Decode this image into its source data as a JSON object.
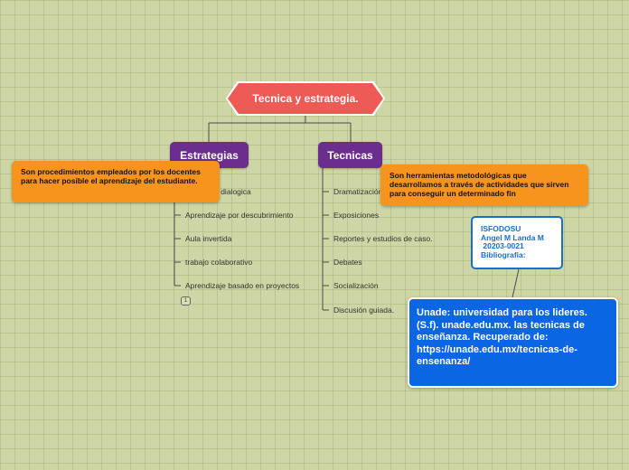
{
  "root": {
    "label": "Tecnica y estrategia."
  },
  "branches": {
    "estrategias": {
      "label": "Estrategias",
      "note": "Son procedimientos empleados por los docentes para hacer posible el aprendizaje del estudiante.",
      "items": [
        "Discusión dialogica",
        "Aprendizaje por descubrimiento",
        "Aula invertida",
        "trabajo colaborativo",
        "Aprendizaje basado en proyectos"
      ],
      "collapse_count": "1"
    },
    "tecnicas": {
      "label": "Tecnicas",
      "note": "Son herramientas metodológicas que desarrollamos a través de actividades que sirven para conseguir un determinado fin",
      "items": [
        "Dramatización",
        "Exposiciones",
        "Reportes y estudios de caso.",
        "Debates",
        "Socialización",
        "Discusión guiada."
      ]
    }
  },
  "isfodosu": {
    "text": "ISFODOSU\nAngel M Landa M\n 20203-0021\nBibliografia:"
  },
  "reference": {
    "text": "Unade: universidad para los lideres.\n(S.f). unade.edu.mx. las tecnicas de enseñanza. Recuperado de: https://unade.edu.mx/tecnicas-de-ensenanza/"
  }
}
